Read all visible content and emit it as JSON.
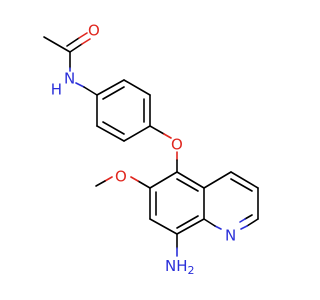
{
  "molecule": {
    "atoms": {
      "carbonyl_o": {
        "label": "O",
        "color": "#e0271f"
      },
      "amide_nh": {
        "label": "H",
        "n_label": "N",
        "color": "#2a2fd9"
      },
      "ether_o": {
        "label": "O",
        "color": "#e0271f"
      },
      "methoxy_o": {
        "label": "O",
        "color": "#e0271f"
      },
      "ring_n": {
        "label": "N",
        "color": "#2a2fd9"
      },
      "amine": {
        "label": "NH",
        "subscript": "2",
        "color": "#2a2fd9"
      }
    },
    "colors": {
      "bond": "#000000",
      "oxygen": "#e0271f",
      "nitrogen": "#2a2fd9",
      "background": "#ffffff"
    }
  }
}
